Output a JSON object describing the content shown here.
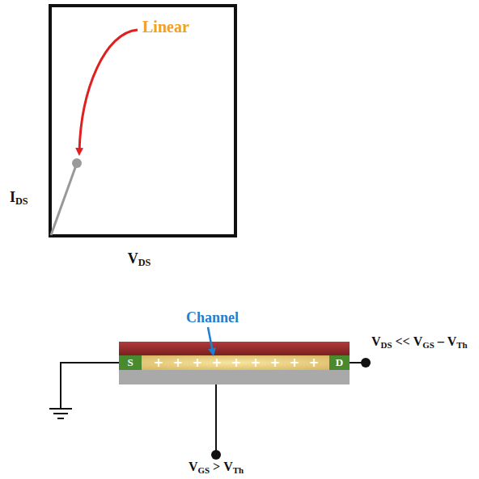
{
  "diagram": {
    "nodes": [
      {
        "text": [
          "S"
        ]
      },
      {
        "text": [
          "D"
        ]
      }
    ],
    "labels": [
      "Linear",
      "I",
      "DS",
      "V",
      "DS",
      "Channel",
      "+",
      "+",
      "+",
      "+",
      "+",
      "+",
      "+",
      "+",
      "+",
      "V",
      "DS",
      "<<",
      "V",
      "GS",
      "–",
      "V",
      "Th",
      "V",
      "GS",
      ">",
      "V",
      "Th"
    ]
  }
}
